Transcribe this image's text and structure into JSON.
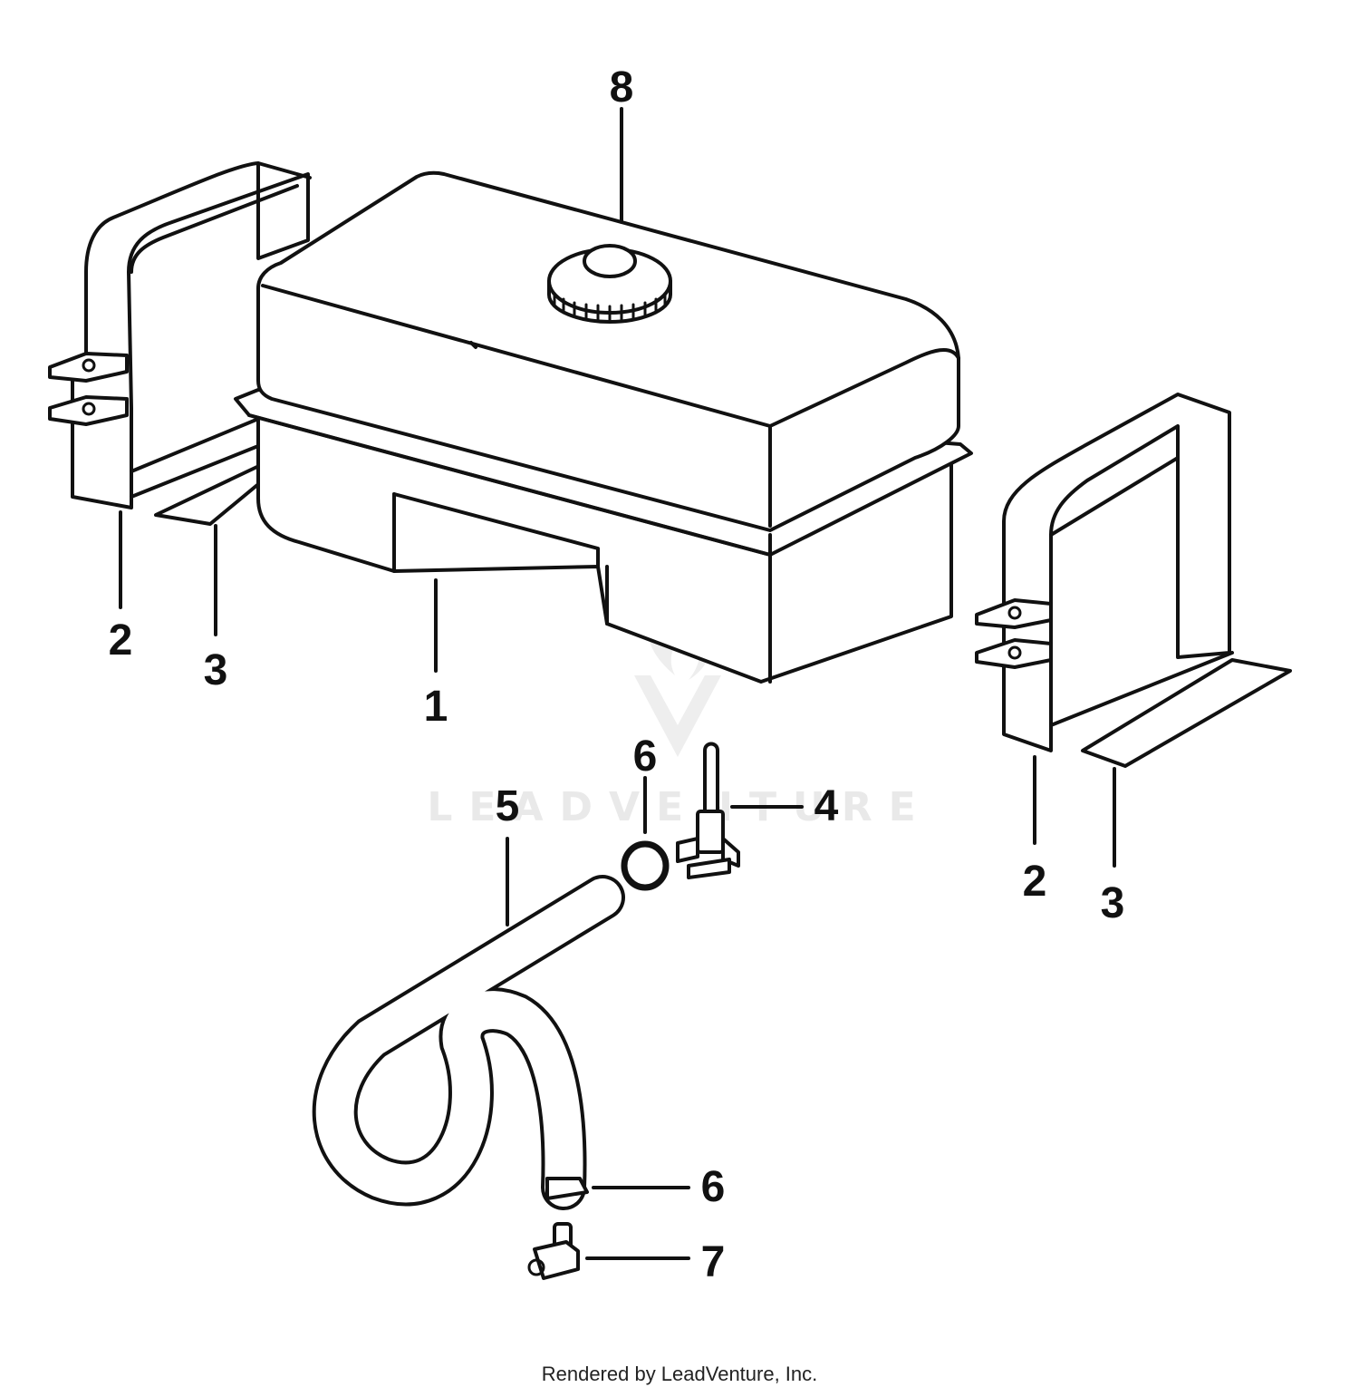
{
  "diagram": {
    "callouts": {
      "c1": "1",
      "c2_left": "2",
      "c3_left": "3",
      "c2_right": "2",
      "c3_right": "3",
      "c4": "4",
      "c5": "5",
      "c6_top": "6",
      "c6_bottom": "6",
      "c7": "7",
      "c8": "8"
    },
    "watermark": "LEADVENTURE",
    "footer": "Rendered by LeadVenture, Inc."
  },
  "colors": {
    "ink": "#111111",
    "background": "#ffffff",
    "watermark": "#e9e9e9"
  }
}
